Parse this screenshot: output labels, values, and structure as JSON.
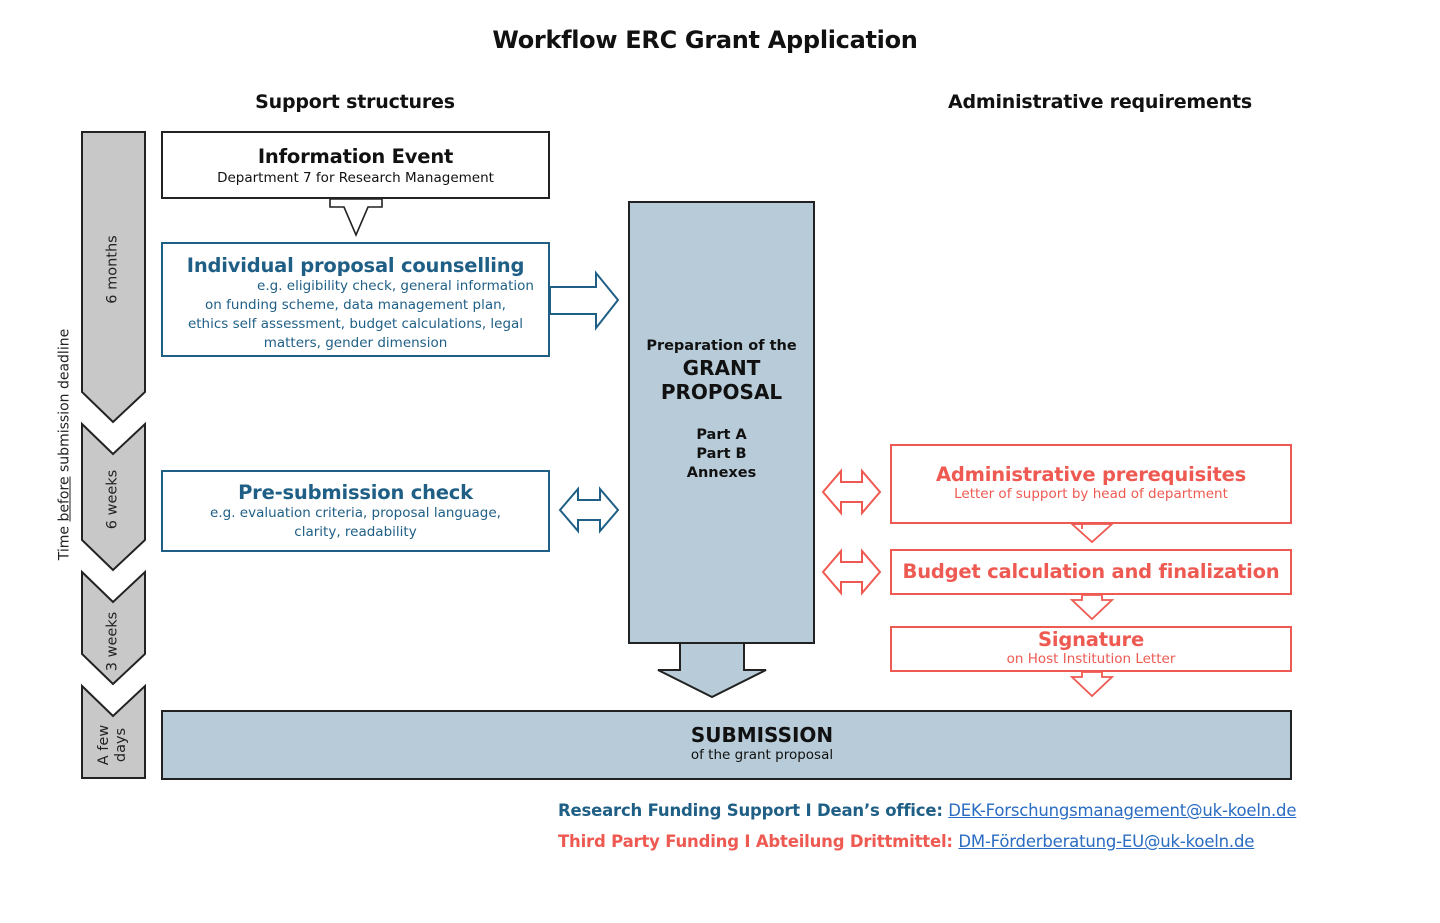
{
  "title": "Workflow ERC Grant Application",
  "headers": {
    "support": "Support structures",
    "admin": "Administrative requirements"
  },
  "timeline": {
    "axis_label_before": "Time ",
    "axis_label_underlined": "before",
    "axis_label_after": " submission deadline",
    "segments": [
      {
        "label_line1": "6 months",
        "label_line2": ""
      },
      {
        "label_line1": "6 weeks",
        "label_line2": ""
      },
      {
        "label_line1": "3 weeks",
        "label_line2": ""
      },
      {
        "label_line1": "A few",
        "label_line2": "days"
      }
    ]
  },
  "info_event": {
    "title": "Information Event",
    "subtitle": "Department 7 for Research Management"
  },
  "counselling": {
    "title": "Individual proposal counselling",
    "line1": "e.g. eligibility check, general information",
    "line2": "on funding scheme, data management plan,",
    "line3": "ethics self assessment, budget calculations, legal",
    "line4": "matters, gender dimension"
  },
  "presubmission": {
    "title": "Pre-submission check",
    "line1": "e.g. evaluation criteria, proposal language,",
    "line2": "clarity, readability"
  },
  "proposal": {
    "prep": "Preparation of the",
    "grant": "GRANT",
    "proposal": "PROPOSAL",
    "part_a": "Part A",
    "part_b": "Part B",
    "annexes": "Annexes"
  },
  "admin_prereq": {
    "title": "Administrative prerequisites",
    "subtitle": "Letter of support by head of department"
  },
  "budget": {
    "title": "Budget calculation and finalization"
  },
  "signature": {
    "title": "Signature",
    "subtitle": "on Host Institution Letter"
  },
  "submission": {
    "title": "SUBMISSION",
    "subtitle": "of the grant proposal"
  },
  "contacts": {
    "dean_label": "Research Funding Support I Dean’s office:",
    "dean_email": "DEK-Forschungsmanagement@uk-koeln.de",
    "third_label": "Third Party Funding I Abteilung Drittmittel:",
    "third_email": "DM-Förderberatung-EU@uk-koeln.de"
  },
  "colors": {
    "blue": "#1f5f86",
    "red": "#ee5a52",
    "gray": "#c8c8c8",
    "steel": "#b7ccd8",
    "link": "#2a6cc2"
  }
}
